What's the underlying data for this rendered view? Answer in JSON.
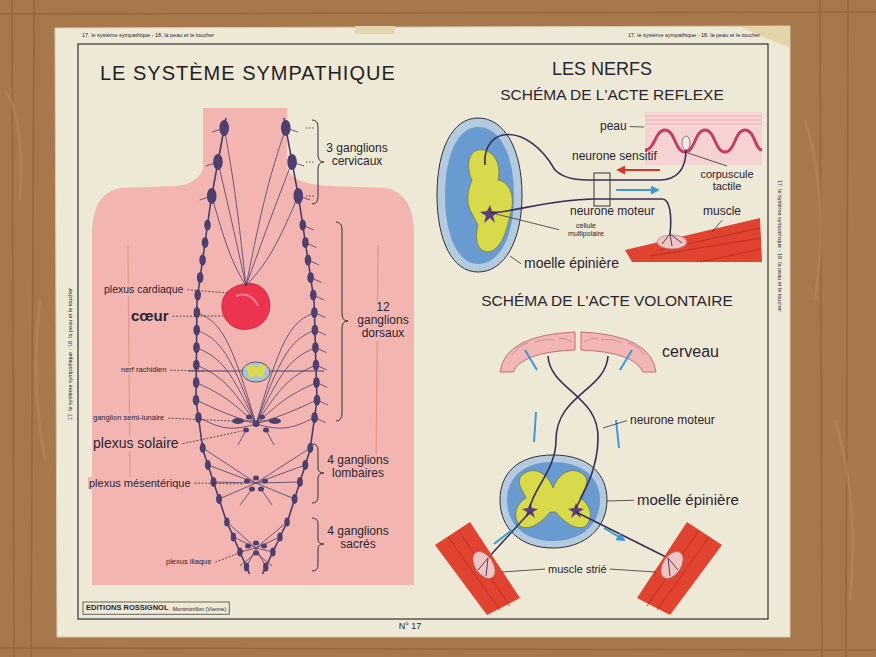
{
  "diagram": {
    "title": "LE SYSTÈME SYMPATHIQUE",
    "labels": [
      "17. le système sympathique - 18. la peau et le toucher",
      "17. le système sympathique - 18. la peau et le toucher",
      "17. le système sympathique - 18. la peau et le toucher",
      "17. le système sympathique - 18. la peau et le toucher",
      "3 ganglions cervicaux",
      "plexus cardiaque",
      "cœur",
      "12 ganglions dorsaux",
      "nerf rachidien",
      "ganglion semi-lunaire",
      "plexus solaire",
      "plexus mésentérique",
      "4 ganglions lombaires",
      "4 ganglions sacrés",
      "plexus iliaque",
      "LES NERFS",
      "SCHÉMA DE L'ACTE REFLEXE",
      "peau",
      "neurone sensitif",
      "corpuscule tactile",
      "neurone moteur",
      "cellule multipolaire",
      "muscle",
      "moelle épinière",
      "SCHÉMA DE L'ACTE VOLONTAIRE",
      "cerveau",
      "neurone moteur",
      "moelle épinière",
      "muscle strié",
      "EDITIONS ROSSIGNOL",
      "Montmorillon (Vienne)",
      "N° 17"
    ]
  }
}
